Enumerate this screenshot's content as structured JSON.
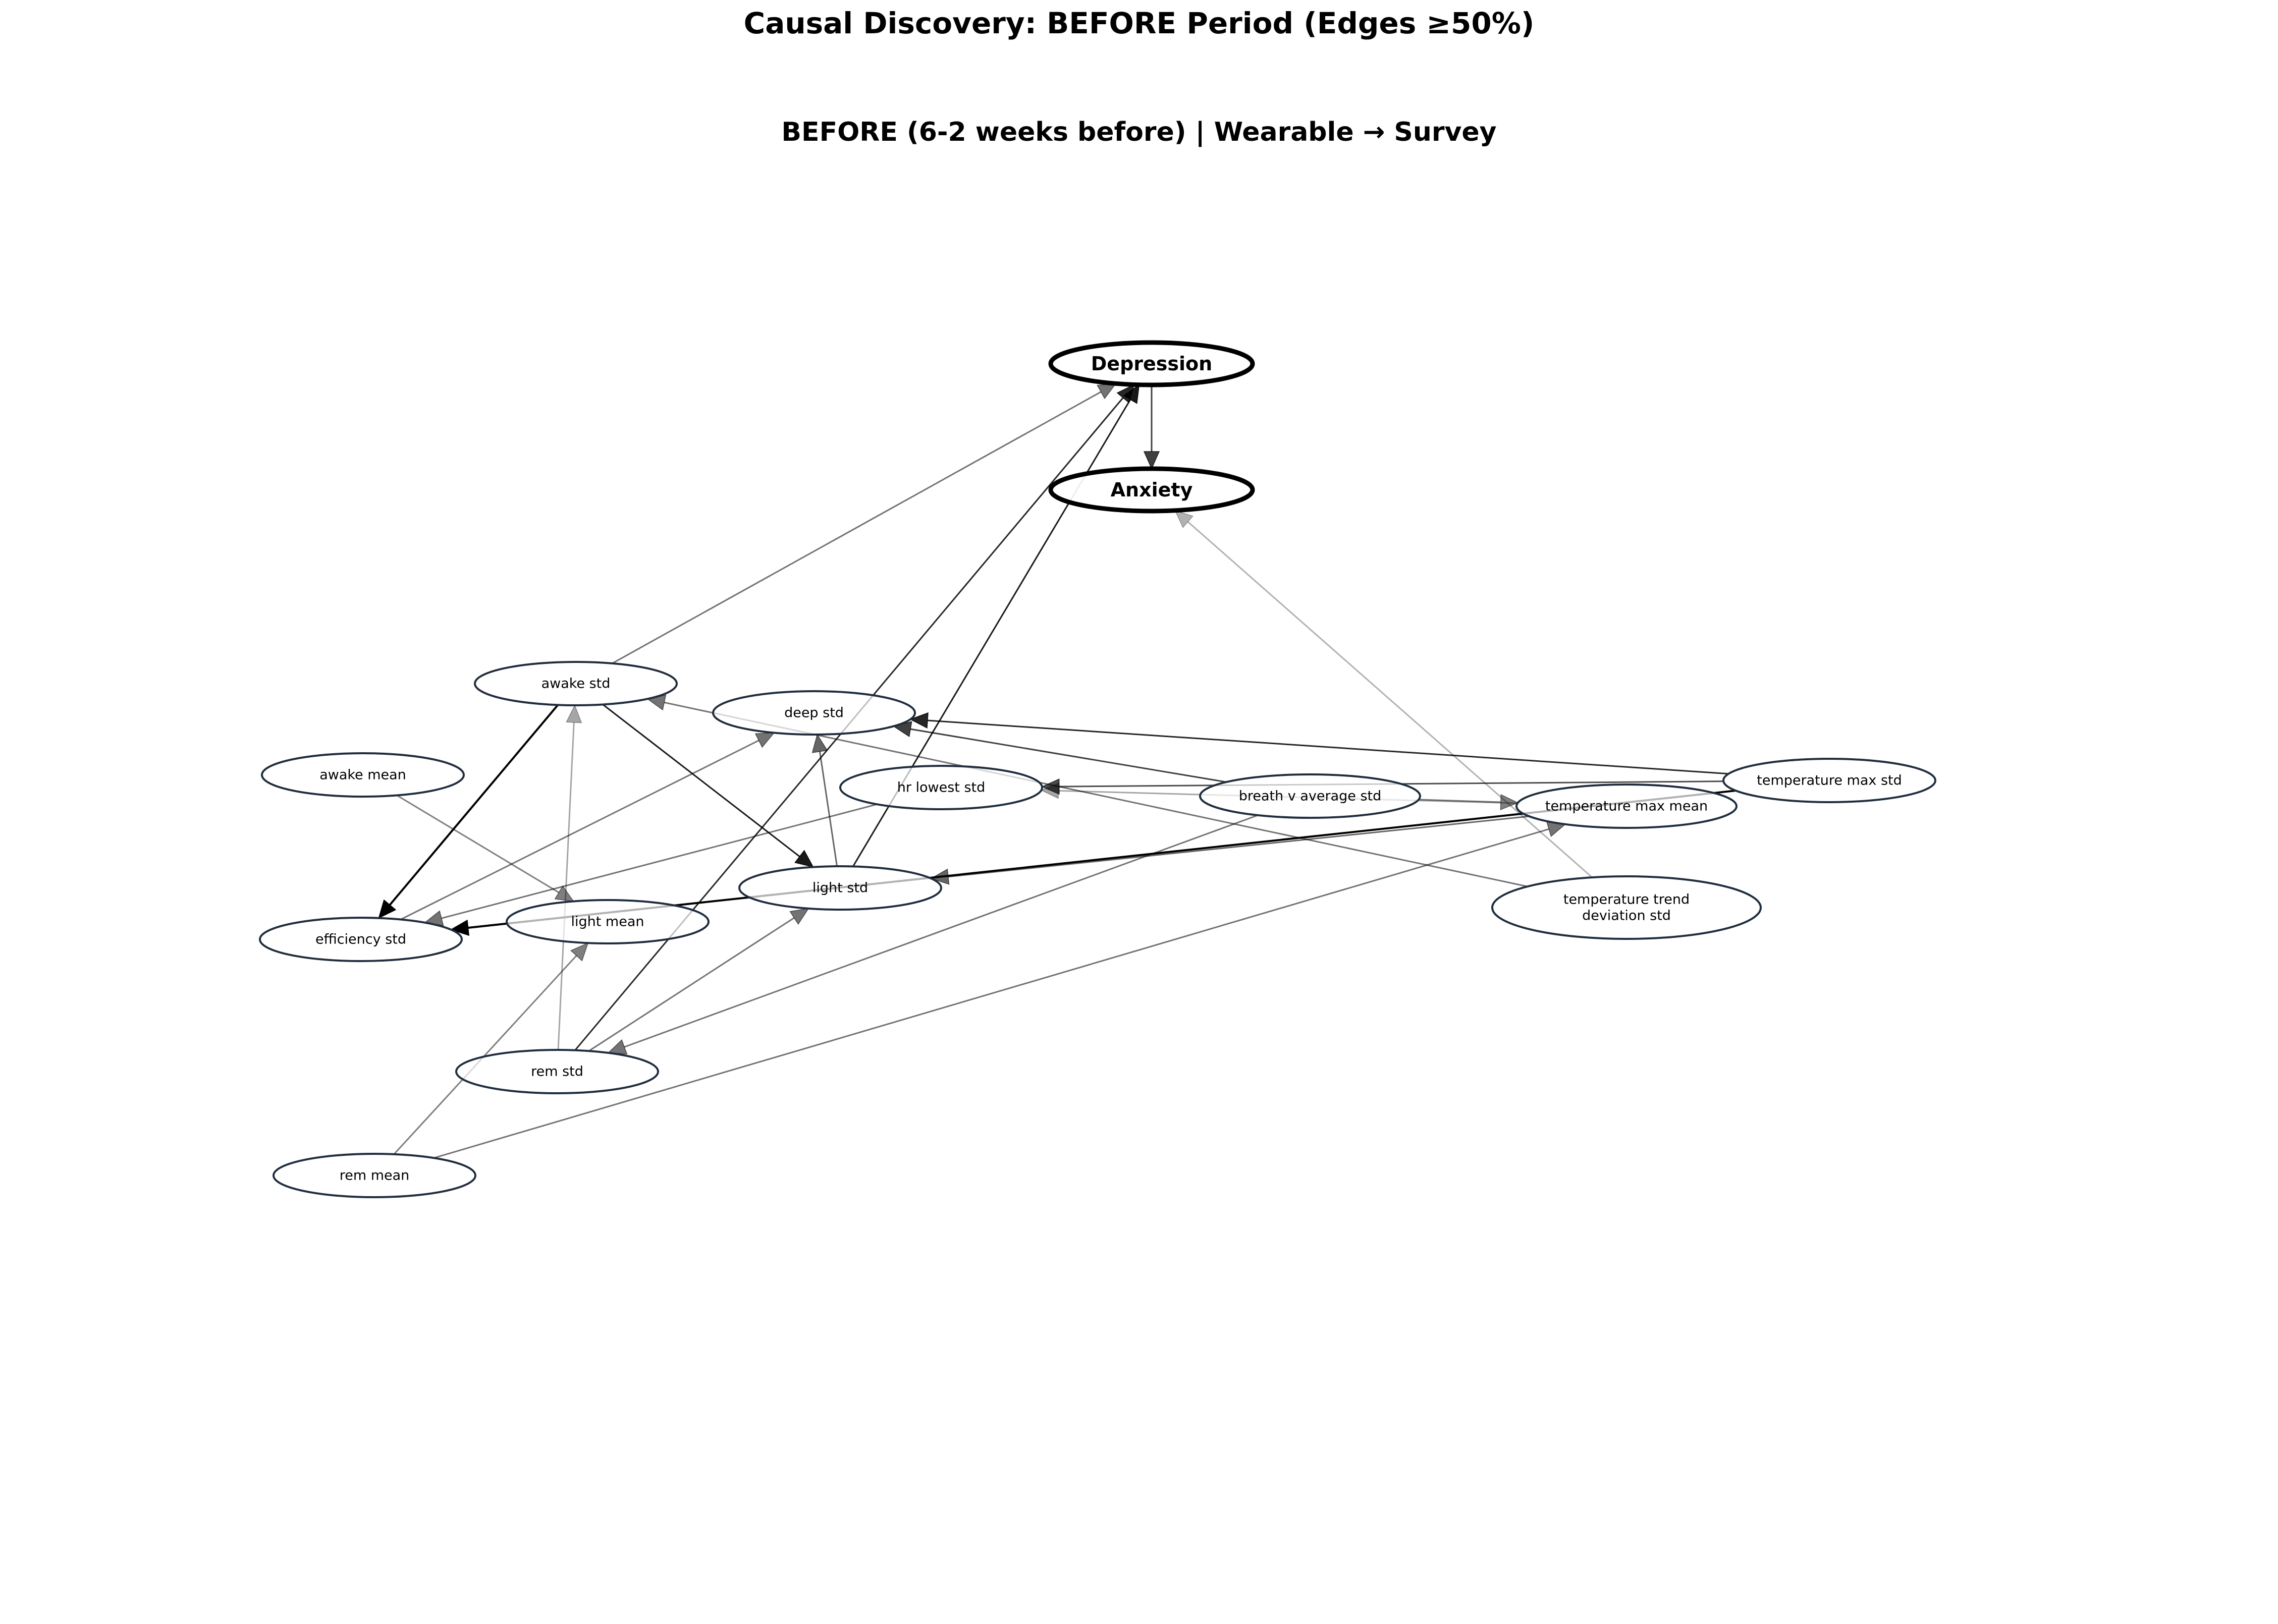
{
  "title": "Causal Discovery: BEFORE Period (Edges ≥50%)",
  "subtitle": "BEFORE (6-2 weeks before) | Wearable → Survey",
  "nodes": [
    {
      "id": "depression",
      "lines": [
        "Depression"
      ],
      "kind": "survey"
    },
    {
      "id": "anxiety",
      "lines": [
        "Anxiety"
      ],
      "kind": "survey"
    },
    {
      "id": "awake_std",
      "lines": [
        "awake std"
      ],
      "kind": "wearable"
    },
    {
      "id": "deep_std",
      "lines": [
        "deep std"
      ],
      "kind": "wearable"
    },
    {
      "id": "awake_mean",
      "lines": [
        "awake mean"
      ],
      "kind": "wearable"
    },
    {
      "id": "hr_lowest_std",
      "lines": [
        "hr lowest std"
      ],
      "kind": "wearable"
    },
    {
      "id": "breath_v_average_std",
      "lines": [
        "breath v average std"
      ],
      "kind": "wearable"
    },
    {
      "id": "temperature_max_std",
      "lines": [
        "temperature max std"
      ],
      "kind": "wearable"
    },
    {
      "id": "temperature_max_mean",
      "lines": [
        "temperature max mean"
      ],
      "kind": "wearable"
    },
    {
      "id": "light_std",
      "lines": [
        "light std"
      ],
      "kind": "wearable"
    },
    {
      "id": "efficiency_std",
      "lines": [
        "efficiency std"
      ],
      "kind": "wearable"
    },
    {
      "id": "light_mean",
      "lines": [
        "light mean"
      ],
      "kind": "wearable"
    },
    {
      "id": "temperature_trend_deviation_std",
      "lines": [
        "temperature trend",
        "deviation std"
      ],
      "kind": "wearable"
    },
    {
      "id": "rem_std",
      "lines": [
        "rem std"
      ],
      "kind": "wearable"
    },
    {
      "id": "rem_mean",
      "lines": [
        "rem mean"
      ],
      "kind": "wearable"
    }
  ],
  "edges": [
    {
      "from": "depression",
      "to": "anxiety",
      "strength": 0.75
    },
    {
      "from": "temperature_trend_deviation_std",
      "to": "anxiety",
      "strength": 0.3
    },
    {
      "from": "awake_std",
      "to": "depression",
      "strength": 0.55
    },
    {
      "from": "light_std",
      "to": "depression",
      "strength": 0.9
    },
    {
      "from": "rem_std",
      "to": "depression",
      "strength": 0.85
    },
    {
      "from": "awake_std",
      "to": "efficiency_std",
      "strength": 1.0
    },
    {
      "from": "awake_std",
      "to": "light_std",
      "strength": 0.9
    },
    {
      "from": "temperature_max_std",
      "to": "deep_std",
      "strength": 0.85
    },
    {
      "from": "breath_v_average_std",
      "to": "deep_std",
      "strength": 0.75
    },
    {
      "from": "efficiency_std",
      "to": "deep_std",
      "strength": 0.55
    },
    {
      "from": "light_std",
      "to": "deep_std",
      "strength": 0.6
    },
    {
      "from": "temperature_trend_deviation_std",
      "to": "awake_std",
      "strength": 0.55
    },
    {
      "from": "rem_std",
      "to": "awake_std",
      "strength": 0.35
    },
    {
      "from": "temperature_max_std",
      "to": "hr_lowest_std",
      "strength": 0.7
    },
    {
      "from": "temperature_max_mean",
      "to": "hr_lowest_std",
      "strength": 0.35
    },
    {
      "from": "temperature_max_std",
      "to": "efficiency_std",
      "strength": 1.0
    },
    {
      "from": "temperature_max_mean",
      "to": "light_std",
      "strength": 0.6
    },
    {
      "from": "breath_v_average_std",
      "to": "temperature_max_mean",
      "strength": 0.5
    },
    {
      "from": "rem_mean",
      "to": "temperature_max_mean",
      "strength": 0.55
    },
    {
      "from": "hr_lowest_std",
      "to": "efficiency_std",
      "strength": 0.55
    },
    {
      "from": "light_std",
      "to": "efficiency_std",
      "strength": 0.3
    },
    {
      "from": "awake_mean",
      "to": "light_mean",
      "strength": 0.5
    },
    {
      "from": "rem_mean",
      "to": "light_mean",
      "strength": 0.5
    },
    {
      "from": "rem_std",
      "to": "light_std",
      "strength": 0.55
    },
    {
      "from": "breath_v_average_std",
      "to": "rem_std",
      "strength": 0.55
    }
  ]
}
